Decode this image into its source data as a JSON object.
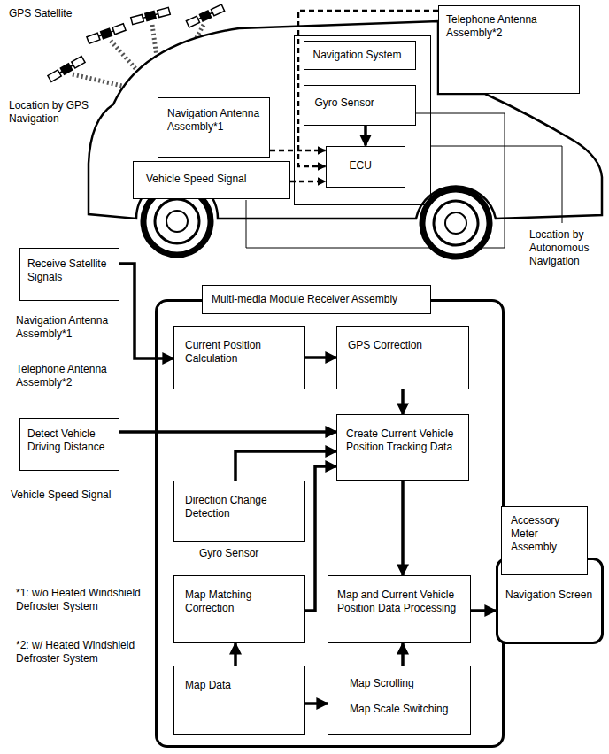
{
  "diagram": {
    "nodes": [
      {
        "text": [
          "Navigation Antenna Assembly*1"
        ]
      },
      {
        "text": [
          "Telephone Antenna Assembly*2"
        ]
      },
      {
        "text": [
          "Navigation System"
        ]
      },
      {
        "text": [
          "Gyro Sensor"
        ],
        "in": 2
      },
      {
        "text": [
          "ECU"
        ],
        "in": 2
      },
      {
        "text": [
          "Vehicle Speed Signal"
        ]
      },
      {
        "text": [
          "Receive Satellite Signals"
        ]
      },
      {
        "text": [
          "Multi-media Module Receiver Assembly"
        ]
      },
      {
        "text": [
          "Current Position Calculation"
        ],
        "in": 7
      },
      {
        "text": [
          "GPS Correction"
        ],
        "in": 7
      },
      {
        "text": [
          "Detect Vehicle Driving Distance"
        ]
      },
      {
        "text": [
          "Create Current Vehicle Position Tracking Data"
        ],
        "in": 7
      },
      {
        "text": [
          "Direction Change Detection"
        ],
        "in": 7
      },
      {
        "text": [
          "Map Matching Correction"
        ],
        "in": 7
      },
      {
        "text": [
          "Map and Current Vehicle Position Data Processing"
        ],
        "in": 7
      },
      {
        "text": [
          "Accessory Meter Assembly",
          "Navigation Screen"
        ]
      },
      {
        "text": [
          "Map Data"
        ],
        "in": 7
      },
      {
        "text": [
          "Map Scrolling",
          "Map Scale Switching"
        ],
        "in": 7
      }
    ],
    "edges": [
      {
        "from": 0,
        "to": 4,
        "arrow": "to"
      },
      {
        "from": 1,
        "to": 4,
        "arrow": "to"
      },
      {
        "from": 5,
        "to": 4,
        "arrow": "to"
      },
      {
        "from": 3,
        "to": 4,
        "arrow": "to"
      },
      {
        "from": 6,
        "to": 8,
        "arrow": "to"
      },
      {
        "from": 8,
        "to": 9,
        "arrow": "to"
      },
      {
        "from": 9,
        "to": 11,
        "arrow": "to"
      },
      {
        "from": 10,
        "to": 11,
        "arrow": "to"
      },
      {
        "from": 12,
        "to": 11,
        "arrow": "to"
      },
      {
        "from": 13,
        "to": 11,
        "arrow": "to"
      },
      {
        "from": 11,
        "to": 14,
        "arrow": "to"
      },
      {
        "from": 14,
        "to": 15,
        "arrow": "to"
      },
      {
        "from": 16,
        "to": 13,
        "arrow": "to"
      },
      {
        "from": 16,
        "to": 17,
        "arrow": "to"
      },
      {
        "from": 17,
        "to": 14,
        "arrow": "to"
      }
    ],
    "labels": [
      "GPS Satellite",
      "Location by GPS Navigation",
      "Location by Autonomous Navigation",
      "Navigation Antenna Assembly*1",
      "Telephone Antenna Assembly*2",
      "Vehicle Speed Signal",
      "Gyro Sensor",
      "*1: w/o Heated Windshield Defroster System",
      "*2: w/ Heated Windshield Defroster System"
    ]
  }
}
